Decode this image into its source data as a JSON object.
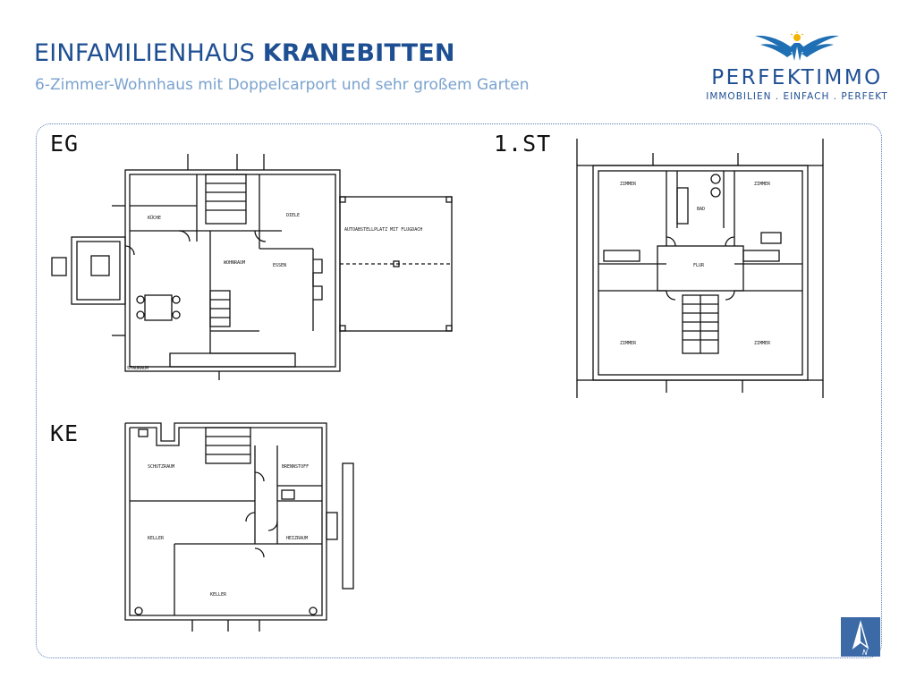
{
  "header": {
    "title_normal": "EINFAMILIENHAUS ",
    "title_bold": "KRANEBITTEN",
    "subtitle": "6-Zimmer-Wohnhaus mit Doppelcarport und sehr großem Garten"
  },
  "brand": {
    "name": "PERFEKTIMMO",
    "slogan": "IMMOBILIEN . EINFACH . PERFEKT",
    "logo_icon": "winged-sun-icon",
    "colors": {
      "primary": "#1f4f93",
      "light": "#7aa2cf",
      "accent": "#3c6aa6"
    }
  },
  "plans": {
    "eg": {
      "label": "EG",
      "rooms": {
        "kueche": "KÜCHE",
        "diele": "DIELE",
        "wohnraum": "WOHNRAUM",
        "essen": "ESSEN",
        "carport": "AUTOABSTELLPLATZ MIT FLUGDACH",
        "stauraum": "STAURAUM"
      }
    },
    "first": {
      "label": "1.ST",
      "rooms": {
        "zimmer1": "ZIMMER",
        "zimmer2": "ZIMMER",
        "zimmer3": "ZIMMER",
        "zimmer4": "ZIMMER",
        "bad": "BAD",
        "flur": "FLUR"
      }
    },
    "ke": {
      "label": "KE",
      "rooms": {
        "schutzraum": "SCHUTZRAUM",
        "brennstoff": "BRENNSTOFF",
        "keller1": "KELLER",
        "keller2": "KELLER",
        "heizraum": "HEIZRAUM"
      }
    }
  },
  "north_icon": "north-arrow-icon"
}
